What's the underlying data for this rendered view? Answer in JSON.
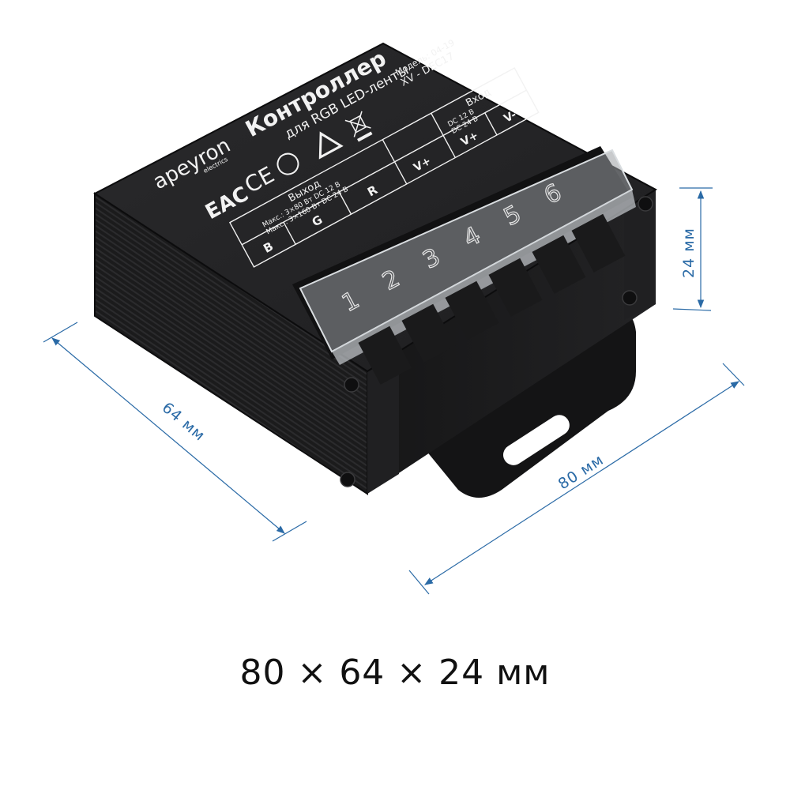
{
  "product": {
    "brand": "apeyron",
    "brand_sub": "electrics",
    "title": "Контроллер",
    "subtitle": "для RGB LED-ленты",
    "model_line1": "Модель: 04-19",
    "model_line2": "XV - DEC17",
    "body_color": "#1c1c1e",
    "label_color": "#f2f2f2"
  },
  "label_table": {
    "output_header": "Выход",
    "output_spec_line1": "Макс.: 3×80 Вт  DC 12 В",
    "output_spec_line2": "Макс.: 3×160 Вт DC 24 В",
    "output_channels": [
      "B",
      "G",
      "R",
      "V+"
    ],
    "input_header": "Вход",
    "input_spec_line1": "DC 12 В",
    "input_spec_line2": "DC 24 В",
    "input_channels": [
      "V+",
      "V-"
    ]
  },
  "certifications": [
    "EAC",
    "CE",
    "RoHS",
    "recycle",
    "weee-bin"
  ],
  "terminals": [
    "1",
    "2",
    "3",
    "4",
    "5",
    "6"
  ],
  "dimensions": {
    "length_label": "80 мм",
    "width_label": "64 мм",
    "height_label": "24 мм",
    "caption": "80 × 64 × 24 мм",
    "line_color": "#2a6aa6"
  }
}
